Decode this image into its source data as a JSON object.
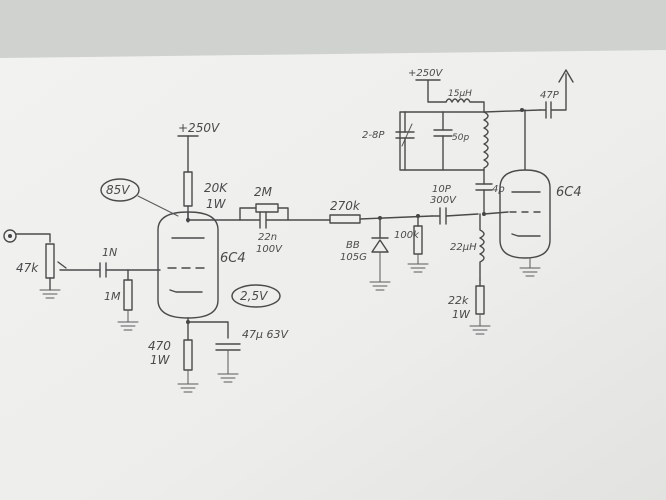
{
  "labels": {
    "v250_left": "+250V",
    "v250_right": "+250V",
    "node_85v": "85V",
    "node_2_5v": "2,5V",
    "r_20k": "20K",
    "r_20k_w": "1W",
    "r_2m": "2M",
    "c_22n": "22n",
    "c_22n_v": "100V",
    "r_270k": "270k",
    "d_bb": "BB",
    "d_105g": "105G",
    "r_100k": "100k",
    "c_1n": "1N",
    "r_1m": "1M",
    "r_47k": "47k",
    "tube_left": "6C4",
    "tube_right": "6C4",
    "r_470": "470",
    "r_470_w": "1W",
    "c_47u": "47µ 63V",
    "l_15uh": "15µH",
    "c_47p": "47P",
    "c_2_8p": "2-8P",
    "c_50p": "50p",
    "c_10p": "10P",
    "c_10p_v": "300V",
    "c_4p": "4p",
    "l_22uh": "22µH",
    "r_22k": "22k",
    "r_22k_w": "1W"
  }
}
